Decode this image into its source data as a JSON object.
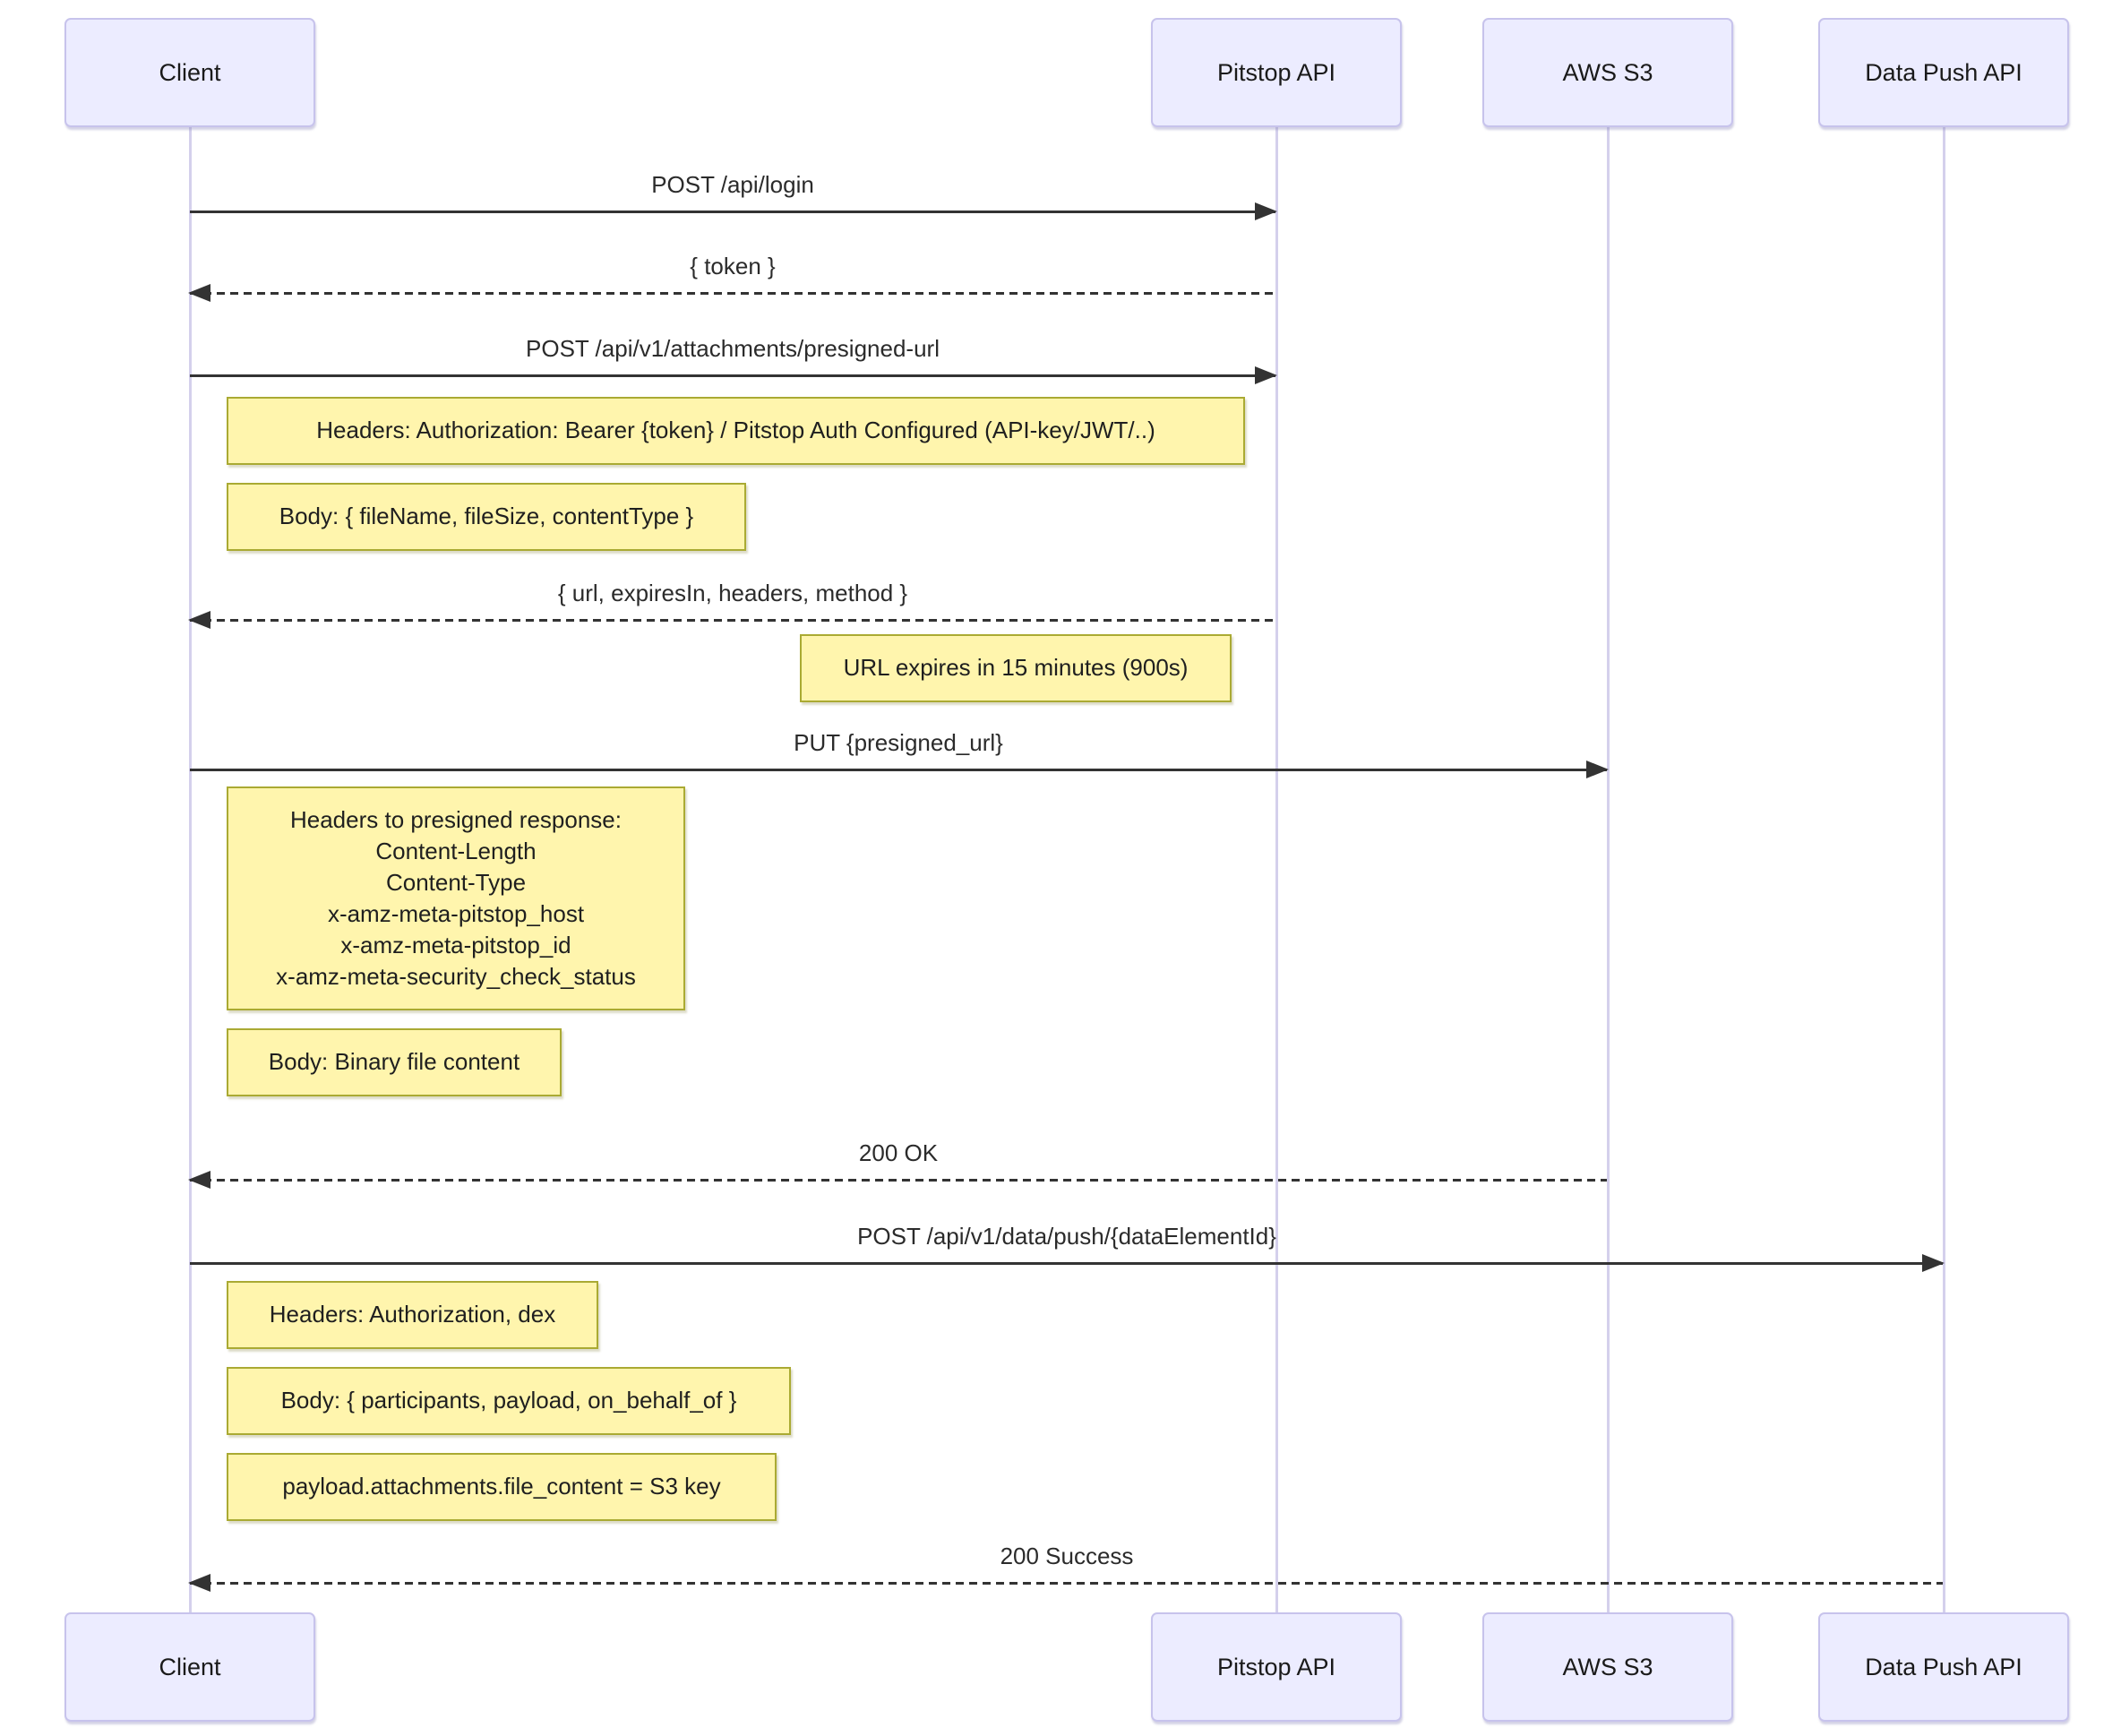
{
  "diagram": {
    "type": "sequence-diagram",
    "actors": [
      {
        "id": "client",
        "label": "Client"
      },
      {
        "id": "pitstop-api",
        "label": "Pitstop API"
      },
      {
        "id": "aws-s3",
        "label": "AWS S3"
      },
      {
        "id": "data-push-api",
        "label": "Data Push API"
      }
    ],
    "messages": [
      {
        "label": "POST /api/login",
        "from": "Client",
        "to": "Pitstop API",
        "line": "solid"
      },
      {
        "label": "{ token }",
        "from": "Pitstop API",
        "to": "Client",
        "line": "dashed"
      },
      {
        "label": "POST /api/v1/attachments/presigned-url",
        "from": "Client",
        "to": "Pitstop API",
        "line": "solid"
      },
      {
        "label": "{ url, expiresIn, headers, method }",
        "from": "Pitstop API",
        "to": "Client",
        "line": "dashed"
      },
      {
        "label": "PUT {presigned_url}",
        "from": "Client",
        "to": "AWS S3",
        "line": "solid"
      },
      {
        "label": "200 OK",
        "from": "AWS S3",
        "to": "Client",
        "line": "dashed"
      },
      {
        "label": "POST /api/v1/data/push/{dataElementId}",
        "from": "Client",
        "to": "Data Push API",
        "line": "solid"
      },
      {
        "label": "200 Success",
        "from": "Data Push API",
        "to": "Client",
        "line": "dashed"
      }
    ],
    "notes": [
      {
        "text": "Headers: Authorization: Bearer {token} / Pitstop Auth Configured (API-key/JWT/..)"
      },
      {
        "text": "Body: { fileName, fileSize, contentType }"
      },
      {
        "text": "URL expires in 15 minutes (900s)"
      },
      {
        "text": "Headers to presigned response:\nContent-Length\nContent-Type\nx-amz-meta-pitstop_host\nx-amz-meta-pitstop_id\nx-amz-meta-security_check_status"
      },
      {
        "text": "Body: Binary file content"
      },
      {
        "text": "Headers: Authorization, dex"
      },
      {
        "text": "Body: { participants, payload, on_behalf_of }"
      },
      {
        "text": "payload.attachments.file_content = S3 key"
      }
    ],
    "colors": {
      "actor_fill": "#ECECFF",
      "actor_border": "#C7C3EC",
      "note_fill": "#FFF5AD",
      "note_border": "#AAAA33",
      "arrow": "#333333",
      "lifeline": "#D4D0EC",
      "text": "#222222"
    }
  }
}
